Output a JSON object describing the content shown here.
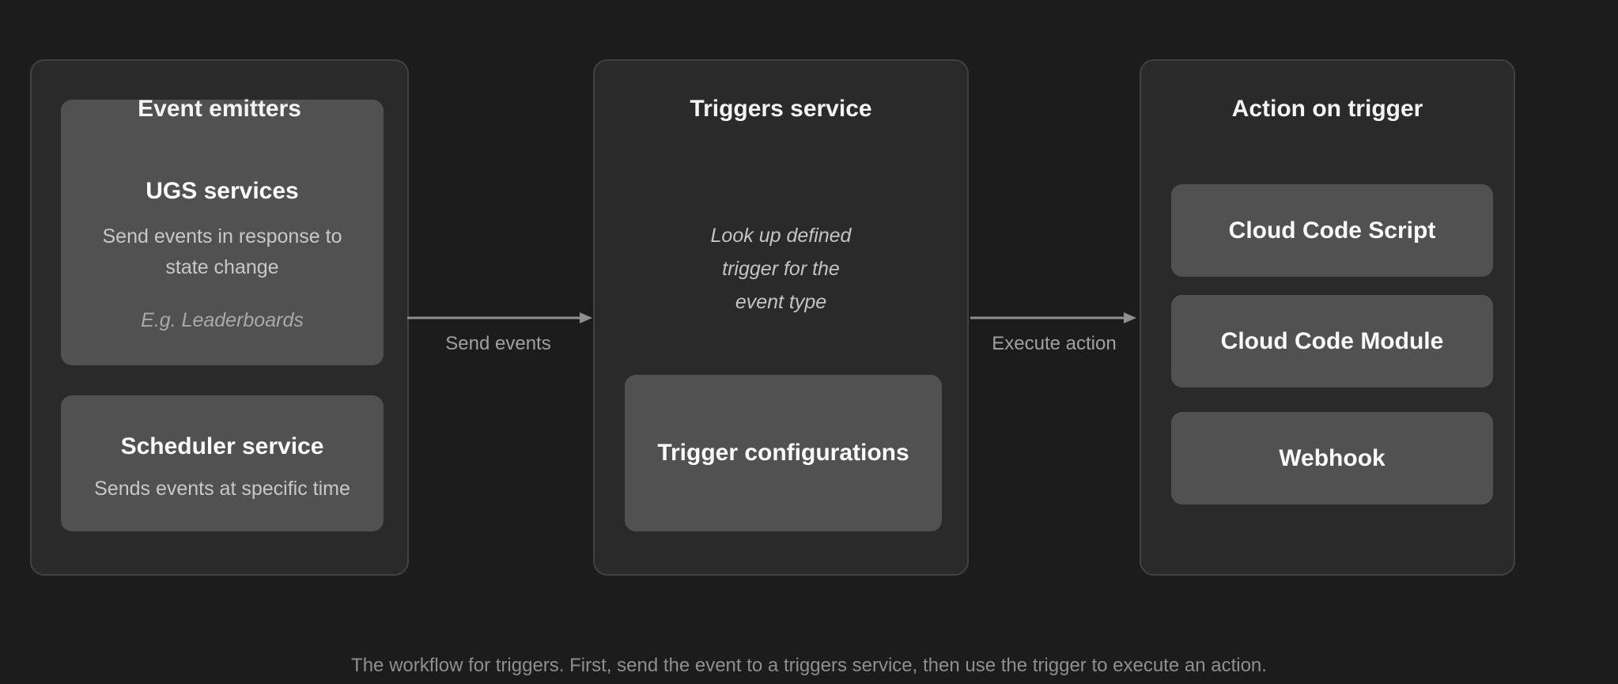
{
  "diagram": {
    "panels": [
      {
        "title": "Event emitters",
        "cards": [
          {
            "title": "UGS services",
            "lines": [
              "Send events in response to",
              "state change"
            ],
            "example": "E.g. Leaderboards"
          },
          {
            "title": "Scheduler service",
            "lines": [
              "Sends events at specific time"
            ]
          }
        ]
      },
      {
        "title": "Triggers service",
        "note": [
          "Look up defined",
          "trigger for the",
          "event type"
        ],
        "cards": [
          {
            "title": "Trigger configurations"
          }
        ]
      },
      {
        "title": "Action on trigger",
        "cards": [
          {
            "title": "Cloud Code Script"
          },
          {
            "title": "Cloud Code Module"
          },
          {
            "title": "Webhook"
          }
        ]
      }
    ],
    "arrows": [
      {
        "label": "Send events"
      },
      {
        "label": "Execute action"
      }
    ],
    "caption": "The workflow for triggers. First, send the event to a triggers service, then use the trigger to execute an action."
  },
  "colors": {
    "page_bg": "#1c1c1d",
    "panel_bg": "#2a2a2b",
    "panel_border": "#404045",
    "card_bg": "#515151",
    "title_text": "#f4f4f4",
    "body_text": "#c8c8c8",
    "muted_text": "#a9a9a9",
    "arrow": "#8f8f8f",
    "caption_text": "#8f8f8f"
  }
}
